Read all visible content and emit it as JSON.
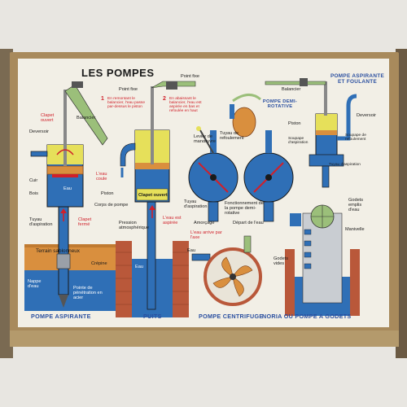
{
  "poster": {
    "title": "LES POMPES",
    "colors": {
      "frame": "#a88a5c",
      "paper": "#f2efe6",
      "water": "#2f6fb6",
      "air_yellow": "#e6e05a",
      "valve_red": "#d0202a",
      "soil": "#d98f3e",
      "brick": "#b9583a",
      "title_blue": "#2a4fa0"
    }
  },
  "aspirante": {
    "labels": {
      "clapet_ouvert": "Clapet ouvert",
      "deversoir": "Deversoir",
      "balancier": "Balancier",
      "cuir": "Cuir",
      "bois": "Bois",
      "eau": "Eau",
      "piston": "Piston",
      "corps_de_pompe": "Corps de pompe",
      "tuyau_aspiration": "Tuyau d'aspiration",
      "clapet_ferme": "Clapet fermé",
      "terrain_sablonneux": "Terrain sablonneux",
      "crepine": "Crépine",
      "nappe_deau": "Nappe d'eau",
      "pointe": "Pointe de pénétration en acier"
    },
    "caption": "POMPE ASPIRANTE"
  },
  "puits": {
    "labels": {
      "point_fixe_1": "Point fixe",
      "note_1": "En remontant le balancier, l'eau passe par-dessus le piston",
      "point_fixe_2": "Point fixe",
      "note_2": "En abaissant le balancier, l'eau est aspirée en bas et refoulée en haut",
      "eau_coule": "L'eau coule",
      "clapet_ouvert": "Clapet ouvert",
      "pression": "Pression atmosphérique",
      "eau_aspiree": "L'eau est aspirée",
      "eau": "Eau"
    },
    "numbers": [
      "1",
      "2"
    ],
    "caption": "PUITS"
  },
  "demi_rotative": {
    "title": "POMPE DEMI-ROTATIVE",
    "labels": {
      "levier": "Levier de manœuvre",
      "tuyau_refoulement": "Tuyau de refoulement",
      "tuyau_aspiration": "Tuyau d'aspiration",
      "fonctionnement": "Fonctionnement de la pompe demi-rotative"
    }
  },
  "foulante": {
    "title": "POMPE ASPIRANTE ET FOULANTE",
    "labels": {
      "balancier": "Balancier",
      "deversoir": "Deversoir",
      "piston": "Piston",
      "soupape_aspiration": "Soupape d'aspiration",
      "soupape_refoulement": "Soupape de refoulement",
      "tuyau_aspiration": "Tuyau d'aspiration"
    }
  },
  "centrifuge": {
    "labels": {
      "amorcage": "Amorçage",
      "depart": "Départ de l'eau",
      "eau_arrive": "L'eau arrive par l'axe",
      "eau": "Eau"
    },
    "caption": "POMPE CENTRIFUGE"
  },
  "noria": {
    "labels": {
      "godets_emplis": "Godets emplis d'eau",
      "manivelle": "Manivelle",
      "godets_vides": "Godets vides"
    },
    "caption": "NORIA OU POMPE A GODETS"
  }
}
